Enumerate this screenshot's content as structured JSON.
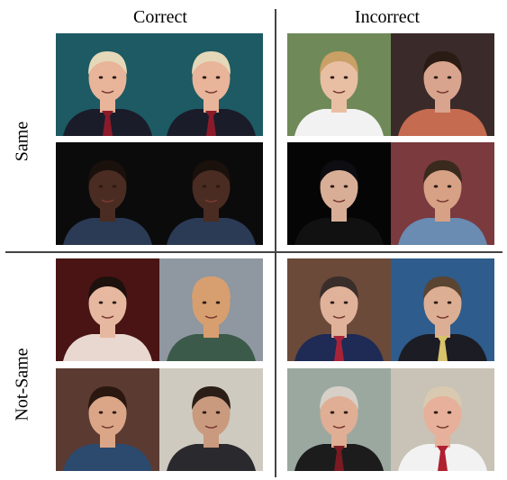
{
  "columns": [
    "Correct",
    "Incorrect"
  ],
  "rows": [
    "Same",
    "Not-Same"
  ],
  "cells": [
    {
      "id": "same-correct-1",
      "faces": [
        {
          "bg": "#1d5a63",
          "skin": "#e8b49a",
          "hair": "#e5d8b8",
          "shirt": "#1a1c2a",
          "tie": "#8b1a2a"
        },
        {
          "bg": "#1d5a63",
          "skin": "#e8b49a",
          "hair": "#e5d8b8",
          "shirt": "#1a1c2a",
          "tie": "#8b1a2a"
        }
      ]
    },
    {
      "id": "same-correct-2",
      "faces": [
        {
          "bg": "#0b0b0b",
          "skin": "#4a2c22",
          "hair": "#1a100c",
          "shirt": "#2b3a55",
          "tie": ""
        },
        {
          "bg": "#0b0b0b",
          "skin": "#4a2c22",
          "hair": "#1a100c",
          "shirt": "#2b3a55",
          "tie": ""
        }
      ]
    },
    {
      "id": "same-incorrect-1",
      "faces": [
        {
          "bg": "#6f8a58",
          "skin": "#e9bfa4",
          "hair": "#c9a066",
          "shirt": "#f2f2f2",
          "tie": ""
        },
        {
          "bg": "#3a2a2a",
          "skin": "#d8a48e",
          "hair": "#2a1b14",
          "shirt": "#c46b50",
          "tie": ""
        }
      ]
    },
    {
      "id": "same-incorrect-2",
      "faces": [
        {
          "bg": "#050505",
          "skin": "#d9ae96",
          "hair": "#0d0d12",
          "shirt": "#111111",
          "tie": ""
        },
        {
          "bg": "#7a3a3e",
          "skin": "#d7a186",
          "hair": "#3a2a1e",
          "shirt": "#6a8bb2",
          "tie": ""
        }
      ]
    },
    {
      "id": "notsame-correct-1",
      "faces": [
        {
          "bg": "#4a1414",
          "skin": "#e6b8a0",
          "hair": "#1d110d",
          "shirt": "#e8d8d0",
          "tie": ""
        },
        {
          "bg": "#8f97a0",
          "skin": "#d79f6f",
          "hair": "#d79f6f",
          "shirt": "#3c5a4a",
          "tie": ""
        }
      ]
    },
    {
      "id": "notsame-correct-2",
      "faces": [
        {
          "bg": "#5b3a32",
          "skin": "#dba688",
          "hair": "#2a170f",
          "shirt": "#2c4a6e",
          "tie": ""
        },
        {
          "bg": "#cfcac0",
          "skin": "#c99a7e",
          "hair": "#2a1e16",
          "shirt": "#2a2a2e",
          "tie": ""
        }
      ]
    },
    {
      "id": "notsame-incorrect-1",
      "faces": [
        {
          "bg": "#6b4a3a",
          "skin": "#e0b29a",
          "hair": "#3a2e2a",
          "shirt": "#1f2a55",
          "tie": "#a8233a"
        },
        {
          "bg": "#2e5c8c",
          "skin": "#dcae93",
          "hair": "#5a4432",
          "shirt": "#1c1c24",
          "tie": "#d8c36a"
        }
      ]
    },
    {
      "id": "notsame-incorrect-2",
      "faces": [
        {
          "bg": "#9aa8a0",
          "skin": "#e0ae94",
          "hair": "#d6d0c8",
          "shirt": "#1c1c1c",
          "tie": "#7a1a22"
        },
        {
          "bg": "#c9c2b6",
          "skin": "#e6b09a",
          "hair": "#d8c9b0",
          "shirt": "#f2f2f2",
          "tie": "#b02030"
        }
      ]
    }
  ]
}
